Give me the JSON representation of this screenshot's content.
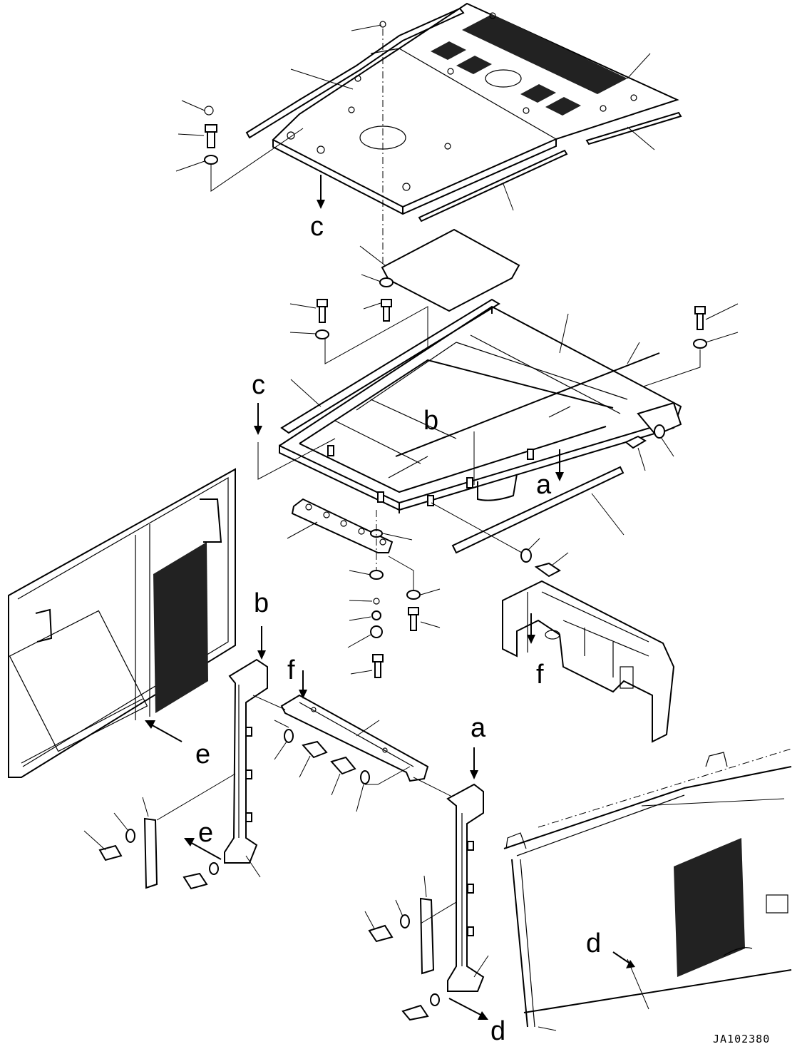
{
  "diagram": {
    "drawing_code": "JA102380",
    "callouts": [
      {
        "id": "c-top",
        "letter": "c"
      },
      {
        "id": "c-left",
        "letter": "c"
      },
      {
        "id": "b-center",
        "letter": "b"
      },
      {
        "id": "a-right",
        "letter": "a"
      },
      {
        "id": "b-left",
        "letter": "b"
      },
      {
        "id": "f-center",
        "letter": "f"
      },
      {
        "id": "f-right",
        "letter": "f"
      },
      {
        "id": "e-upper",
        "letter": "e"
      },
      {
        "id": "e-lower",
        "letter": "e"
      },
      {
        "id": "a-lower",
        "letter": "a"
      },
      {
        "id": "d-right",
        "letter": "d"
      },
      {
        "id": "d-bottom",
        "letter": "d"
      }
    ]
  }
}
